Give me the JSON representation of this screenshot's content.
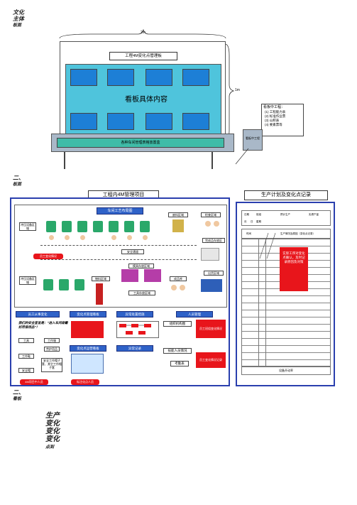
{
  "headings": {
    "h1_lines": [
      "文化",
      "主体",
      "板面"
    ],
    "h2_lines": [
      "二、",
      "板面"
    ],
    "h3_lines": [
      "二、",
      "看板"
    ],
    "h4_lines": [
      "生产",
      "变化",
      "变化",
      "变化",
      "点到"
    ]
  },
  "top_diagram": {
    "width_label": "2m",
    "height_label": "1m",
    "board_title": "工程4M变化点管理板",
    "content_label": "看板具体内容",
    "base_label": "各种车间管理表格放置盒",
    "side_panel_title": "看板中工程：",
    "side_panel_items": [
      "(1)  工程能力表",
      "(2)  标准作业票",
      "(3)  山积表",
      "(4)  要素票等"
    ],
    "side_box_label": "看板中工程"
  },
  "main_board": {
    "title": "工程内4M管理项目",
    "layout_title": "车间工艺布局图",
    "labels": {
      "waste_area": "废料区域",
      "inspect_area": "检查区域",
      "stamp_area_1": "冲压设备区域",
      "stamp_area_2": "冲压设备区域",
      "safety_aisle": "安全通道",
      "red_tag": "员工变化情况",
      "finished_area": "完成品存放区",
      "outbound_area": "出货区域",
      "tool_area": "工具存放区域",
      "mold_area": "模具存放区域",
      "material_area": "物料区域",
      "finished_goods": "成品库"
    },
    "bottom_sections": [
      {
        "title": "员工从事变化",
        "text": "我们的安全宣言是：\"进入车间穿戴好劳保用品\"！"
      },
      {
        "title": "变化点管理看板",
        "text": ""
      },
      {
        "title": "异常处置措施",
        "text": ""
      },
      {
        "title": "人员管理",
        "text": ""
      }
    ],
    "bottom_items": {
      "tools": [
        "工具",
        "工作服",
        "劳护用品",
        "工作鞋",
        "安全帽",
        "安全工作帽子套、其它工作帽子套"
      ],
      "red_notes": [
        "4M项目中人员",
        "标注化点人员"
      ],
      "change_board": "变化点运营看板",
      "abnormal": "异常记录",
      "org_chart": "组织机构图",
      "skill_box": "技能人员情况",
      "attendance": "考勤表",
      "red_info_1": "员工班组变化情况",
      "red_info_2": "员工变化情况记录"
    }
  },
  "side_board": {
    "title": "生产计划及变化点记录",
    "header_cells": [
      "日期",
      "班组",
      "预计生产",
      "实绩产量"
    ],
    "sub_header": [
      "月",
      "日",
      "星期"
    ],
    "time_header": "时间",
    "change_header": "生产情况及原因（变化点记录）",
    "red_note": "实际工序对变化点确认，及时记录原因及对策",
    "footer": "设备开动率"
  }
}
